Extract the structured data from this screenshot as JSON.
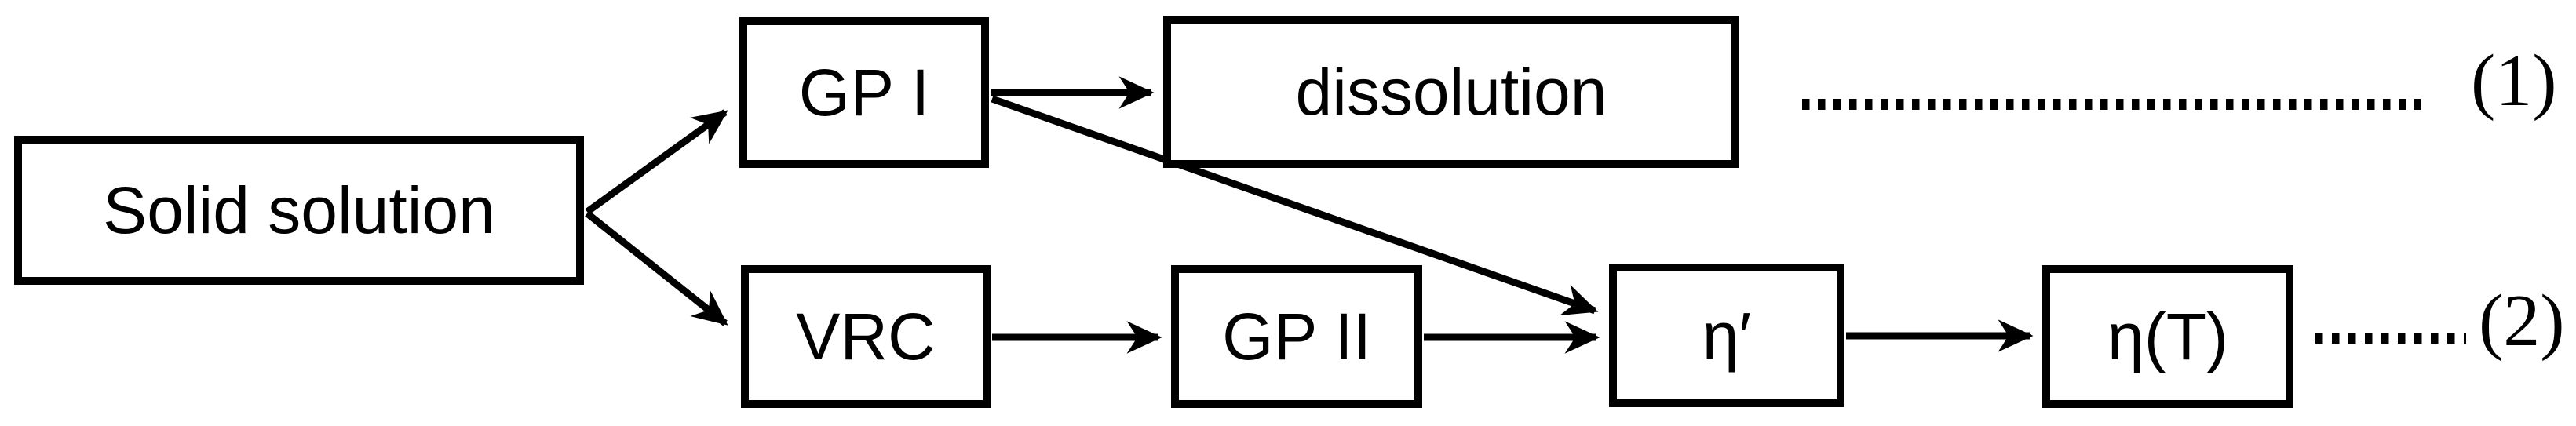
{
  "diagram": {
    "background_color": "#ffffff",
    "line_color": "#000000",
    "nodes": {
      "solid_solution": {
        "label": "Solid solution"
      },
      "gp1": {
        "label": "GP I"
      },
      "dissolution": {
        "label": "dissolution"
      },
      "vrc": {
        "label": "VRC"
      },
      "gp2": {
        "label": "GP II"
      },
      "eta_prime": {
        "label": "η′"
      },
      "eta_t": {
        "label": "η(T)"
      }
    },
    "edges": [
      {
        "from": "solid_solution",
        "to": "gp1",
        "type": "arrow"
      },
      {
        "from": "solid_solution",
        "to": "vrc",
        "type": "arrow"
      },
      {
        "from": "gp1",
        "to": "dissolution",
        "type": "arrow"
      },
      {
        "from": "gp1",
        "to": "eta_prime",
        "type": "arrow"
      },
      {
        "from": "vrc",
        "to": "gp2",
        "type": "arrow"
      },
      {
        "from": "gp2",
        "to": "eta_prime",
        "type": "arrow"
      },
      {
        "from": "eta_prime",
        "to": "eta_t",
        "type": "arrow"
      }
    ],
    "annotations": {
      "dotted_line_1": {
        "follows": "dissolution",
        "style": "dotted"
      },
      "dotted_line_2": {
        "follows": "eta_t",
        "style": "dotted"
      }
    },
    "equations": {
      "eq1": "(1)",
      "eq2": "(2)"
    }
  }
}
